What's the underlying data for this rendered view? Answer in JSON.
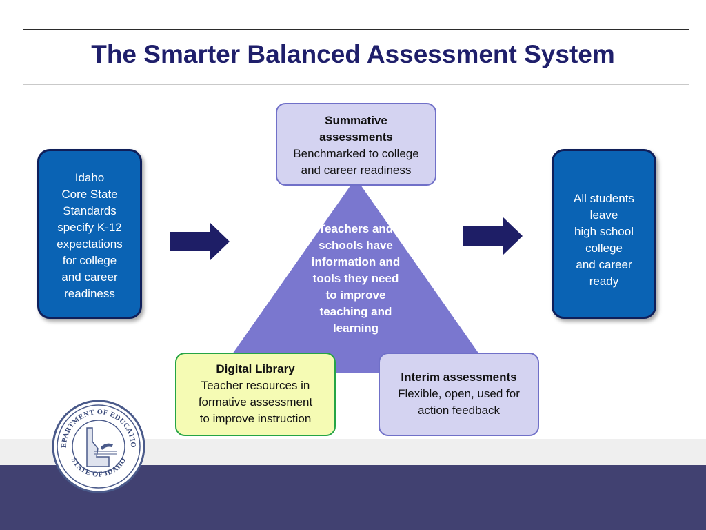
{
  "title": "The Smarter Balanced Assessment System",
  "colors": {
    "title": "#1f1f6b",
    "triangle": "#7a77cf",
    "lavender_fill": "#d4d3f1",
    "lavender_border": "#7070c8",
    "yellow_fill": "#f5fbb4",
    "green_border": "#25a445",
    "blue_box": "#0a63b4",
    "arrow": "#1e1e66",
    "footer": "#414171"
  },
  "left_box": {
    "lines": [
      "Idaho",
      "Core State",
      "Standards",
      "specify K-12",
      "expectations",
      "for college",
      "and career",
      "readiness"
    ]
  },
  "right_box": {
    "lines": [
      "All students",
      "leave",
      "high school",
      "college",
      "and career",
      "ready"
    ]
  },
  "summative": {
    "heading_lines": [
      "Summative",
      "assessments"
    ],
    "body_lines": [
      "Benchmarked to college",
      "and career readiness"
    ]
  },
  "center": {
    "lines": [
      "Teachers and",
      "schools have",
      "information and",
      "tools they need",
      "to improve",
      "teaching and",
      "learning"
    ]
  },
  "digital_library": {
    "heading": "Digital Library",
    "body_lines": [
      "Teacher resources in",
      "formative assessment",
      "to improve instruction"
    ]
  },
  "interim": {
    "heading": "Interim assessments",
    "body_lines": [
      "Flexible, open, used for",
      "action feedback"
    ]
  },
  "seal": {
    "top_text": "DEPARTMENT OF EDUCATION",
    "bottom_text": "STATE OF IDAHO"
  },
  "icons": [
    "right-arrow-icon",
    "idaho-seal-icon"
  ]
}
